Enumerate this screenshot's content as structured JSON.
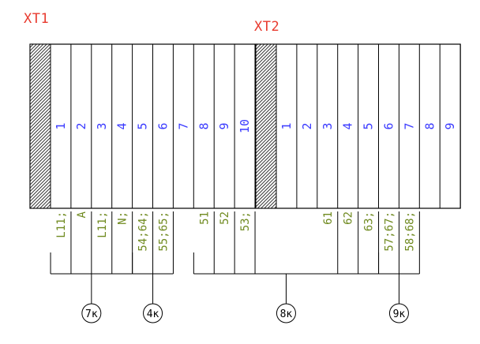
{
  "blocks": [
    {
      "title": "XT1",
      "terminals": [
        "1",
        "2",
        "3",
        "4",
        "5",
        "6",
        "7",
        "8",
        "9",
        "10"
      ],
      "wires": [
        "L11;",
        "A",
        "L11;",
        "N;",
        "54;64;",
        "55;65;",
        "",
        "51",
        "52",
        "53;"
      ]
    },
    {
      "title": "XT2",
      "terminals": [
        "1",
        "2",
        "3",
        "4",
        "5",
        "6",
        "7",
        "8",
        "9"
      ],
      "wires": [
        "",
        "",
        "61",
        "62",
        "63;",
        "57;67;",
        "58;68;",
        "",
        ""
      ]
    }
  ],
  "markers": [
    "7к",
    "4к",
    "8к",
    "9к"
  ],
  "colors": {
    "outline": "#000000",
    "terminal_number": "#3a3aff",
    "wire_label": "#6f8a1f",
    "title": "#e83a2e",
    "hatch": "#000000"
  }
}
